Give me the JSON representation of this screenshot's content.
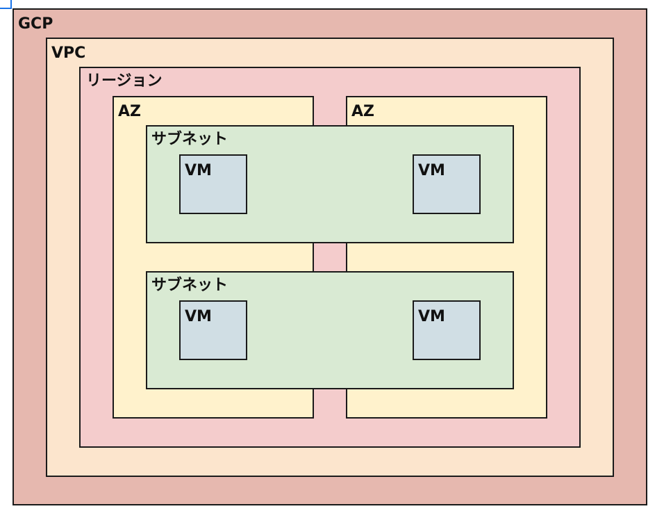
{
  "diagram": {
    "gcp": {
      "label": "GCP",
      "fill": "#e6b8af"
    },
    "vpc": {
      "label": "VPC",
      "fill": "#fce5cd"
    },
    "region": {
      "label": "リージョン",
      "fill": "#f4cccc"
    },
    "az_left": {
      "label": "AZ",
      "fill": "#fff2cc"
    },
    "az_right": {
      "label": "AZ",
      "fill": "#fff2cc"
    },
    "subnets": [
      {
        "label": "サブネット",
        "fill": "#d9ead3",
        "vms": [
          "VM",
          "VM"
        ]
      },
      {
        "label": "サブネット",
        "fill": "#d9ead3",
        "vms": [
          "VM",
          "VM"
        ]
      }
    ],
    "vm_fill": "#d0dee4",
    "selection_color": "#1a73e8"
  }
}
